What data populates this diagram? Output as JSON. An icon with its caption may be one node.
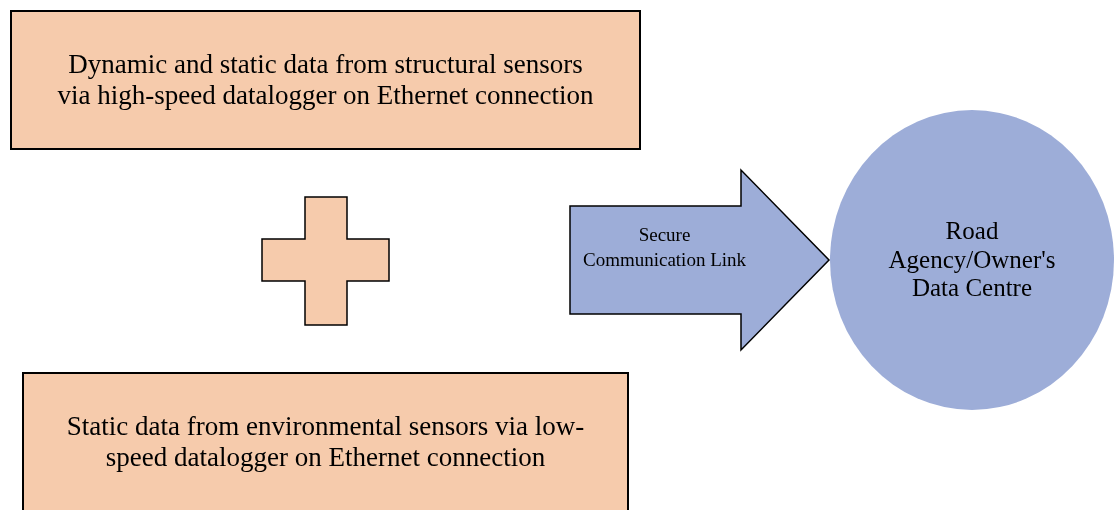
{
  "diagram": {
    "nodes": [
      {
        "text": [
          "Dynamic and static data from structural sensors via high-speed datalogger on Ethernet connection"
        ]
      },
      {
        "text": [
          "Static data from environmental sensors via low-speed datalogger on Ethernet connection"
        ]
      },
      {
        "text": [
          "Road Agency/Owner's Data Centre"
        ]
      }
    ],
    "edges": [
      {
        "from": null,
        "to": 2,
        "arrow": "to",
        "label": "Secure Communication Link",
        "style": "thick"
      }
    ]
  }
}
